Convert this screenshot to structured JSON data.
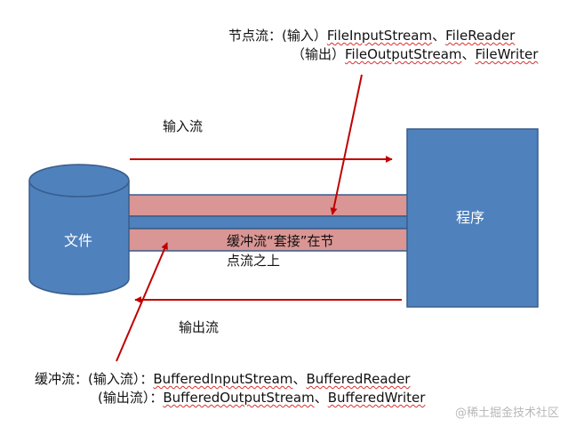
{
  "node_stream": {
    "line1_prefix": "节点流：(输入）",
    "input_class_1": "FileInputStream",
    "sep_1": "、",
    "input_class_2": "FileReader",
    "line2_prefix": "（输出）",
    "output_class_1": "FileOutputStream",
    "sep_2": "、",
    "output_class_2": "FileWriter"
  },
  "input_flow_label": "输入流",
  "output_flow_label": "输出流",
  "file_label": "文件",
  "program_label": "程序",
  "buffer_label_line1": "缓冲流“套接”在节",
  "buffer_label_line2": "点流之上",
  "buffered_stream": {
    "line1_prefix": "缓冲流：(输入流）：",
    "input_class_1": "BufferedInputStream",
    "sep_1": "、",
    "input_class_2": "BufferedReader",
    "line2_prefix": "(输出流）：",
    "output_class_1": "BufferedOutputStream",
    "sep_2": "、",
    "output_class_2": "BufferedWriter"
  },
  "watermark": "@稀土掘金技术社区",
  "colors": {
    "shape_blue": "#4f81bd",
    "shape_border": "#385d8a",
    "band_pink": "#d99694",
    "band_border": "#385d8a",
    "arrow_red": "#c00000",
    "squiggle_red": "#d83030"
  }
}
